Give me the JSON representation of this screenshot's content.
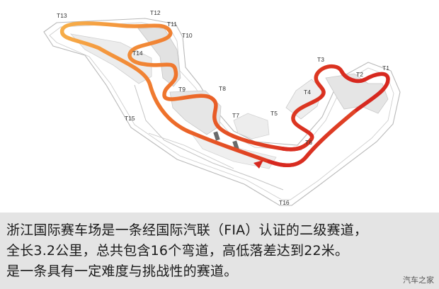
{
  "track_map": {
    "turn_labels": [
      "T1",
      "T2",
      "T3",
      "T4",
      "T5",
      "T6",
      "T7",
      "T8",
      "T9",
      "T10",
      "T11",
      "T12",
      "T13",
      "T14",
      "T15",
      "T16"
    ],
    "track_colors": {
      "start": "#f7b04a",
      "mid": "#ee6f2a",
      "end": "#d7281f"
    },
    "arrow_icon": "direction-arrow-icon"
  },
  "caption": {
    "line1": "浙江国际赛车场是一条经国际汽联（FIA）认证的二级赛道，",
    "line2": "全长3.2公里，总共包含16个弯道，高低落差达到22米。",
    "line3": "是一条具有一定难度与挑战性的赛道。"
  },
  "watermark": "汽车之家"
}
